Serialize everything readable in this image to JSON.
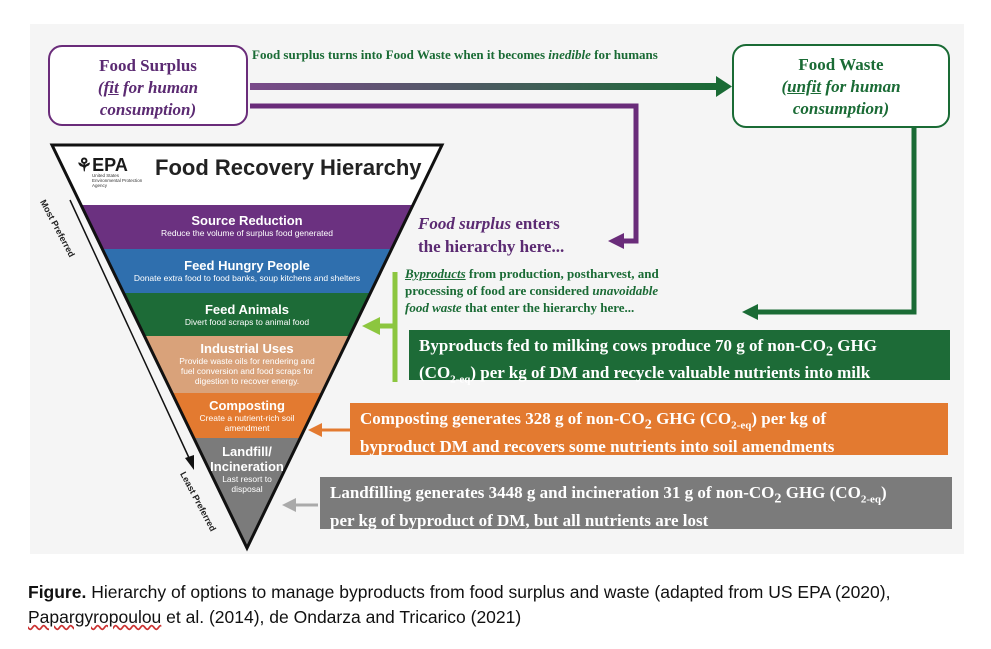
{
  "surplus_box": {
    "title": "Food Surplus",
    "fit": "fit",
    "rest": " for human",
    "line3": "consumption)"
  },
  "waste_box": {
    "title": "Food Waste",
    "unfit": "unfit",
    "rest": " for human",
    "line3": "consumption)"
  },
  "flow_note": {
    "before": "Food surplus turns into Food Waste when it becomes ",
    "italic": "inedible",
    "after": " for humans"
  },
  "enters_note": {
    "italic": "Food surplus",
    "after": " enters",
    "line2": "the hierarchy here..."
  },
  "byproduct_note": {
    "word": "Byproducts",
    "line1_rest": " from production, postharvest, and",
    "line2_pre": "processing of food are considered ",
    "line2_it": "unavoidable",
    "line3_it": "food waste",
    "line3_rest": " that enter the hierarchy here..."
  },
  "hierarchy": {
    "logo": "EPA",
    "logo_sub": "United States Environmental Protection Agency",
    "title": "Food Recovery Hierarchy",
    "most_preferred": "Most Preferred",
    "least_preferred": "Least Preferred",
    "tiers": [
      {
        "title": "Source Reduction",
        "sub": "Reduce the volume of surplus food generated",
        "color": "#6b3180"
      },
      {
        "title": "Feed Hungry People",
        "sub": "Donate extra food to food banks, soup kitchens and shelters",
        "color": "#2f6fae"
      },
      {
        "title": "Feed Animals",
        "sub": "Divert food scraps to animal food",
        "color": "#1d6b37"
      },
      {
        "title": "Industrial Uses",
        "sub": "Provide waste oils for rendering and fuel conversion and food scraps for digestion to recover energy.",
        "color": "#d9a27a"
      },
      {
        "title": "Composting",
        "sub": "Create a nutrient-rich soil amendment",
        "color": "#e37a30"
      },
      {
        "title": "Landfill/ Incineration",
        "sub": "Last resort to disposal",
        "color": "#7b7b7b"
      }
    ]
  },
  "bands": {
    "cows_l1": "Byproducts fed to milking cows produce 70 g  of non-CO",
    "cows_l1_sub": "2",
    "cows_l1_end": " GHG",
    "cows_l2a": "(CO",
    "cows_l2_sub": "2-eq",
    "cows_l2b": ") per kg of DM and recycle valuable nutrients into milk",
    "compost_l1a": "Composting generates 328 g of non-CO",
    "compost_l1_sub": "2",
    "compost_l1b": " GHG (CO",
    "compost_l1_sub2": "2-eq",
    "compost_l1c": ") per kg of",
    "compost_l2": "byproduct DM and recovers some nutrients into soil amendments",
    "landfill_l1a": "Landfilling generates 3448 g and incineration 31 g of non-CO",
    "landfill_l1_sub": "2",
    "landfill_l1b": " GHG (CO",
    "landfill_l1_sub2": "2-eq",
    "landfill_l1c": ")",
    "landfill_l2": "per kg of byproduct of DM, but all nutrients are lost"
  },
  "caption": {
    "label": "Figure.",
    "text": "  Hierarchy of options to manage byproducts from food surplus and waste (adapted from US EPA (2020), ",
    "author": "Papargyropoulou",
    "text2": " et al. (2014), de Ondarza and Tricarico (2021)"
  },
  "colors": {
    "purple": "#6a2c7a",
    "green": "#1a6b35",
    "orange": "#e37a30",
    "gray": "#7b7b7b",
    "light_green": "#8cc63f"
  }
}
